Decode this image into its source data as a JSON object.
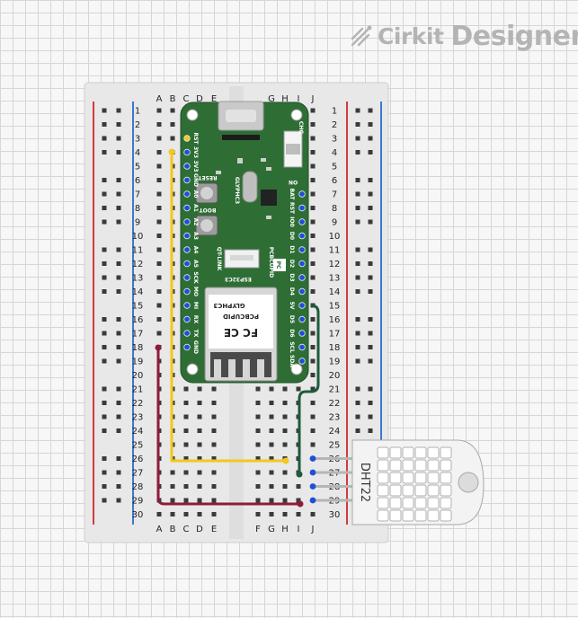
{
  "logo": {
    "brand": "Cirkit",
    "product": "Designer"
  },
  "breadboard": {
    "columns_left": [
      "A",
      "B",
      "C",
      "D",
      "E"
    ],
    "columns_right": [
      "F",
      "G",
      "H",
      "I",
      "J"
    ],
    "columns_right_top": [
      "G",
      "H",
      "I",
      "J"
    ],
    "rows": 30
  },
  "board": {
    "left_pins": [
      "RST",
      "3V3",
      "3V3",
      "GND",
      "A0",
      "A1",
      "A2",
      "A3",
      "A4",
      "A5",
      "SCK",
      "MO",
      "MI",
      "RX",
      "TX",
      "GND"
    ],
    "right_pins": [
      "BAT",
      "RST",
      "IO0",
      "D0",
      "D1",
      "D2",
      "D3",
      "D4",
      "5V",
      "D5",
      "D6",
      "SCL",
      "SDA"
    ],
    "reset_label": "RESET",
    "boot_label": "BOOT",
    "brand_vertical": "GLYPHC3",
    "model_vertical": "PCBCUPID",
    "qwiic_label": "QT-LINK",
    "chip_label": "ESP32C3",
    "pc_badge": "PC",
    "on_label": "ON",
    "chg_label": "CHG",
    "module_title": "GLYPHC3",
    "module_brand": "PCBCUPID",
    "module_marks": "FC CE"
  },
  "sensor": {
    "label": "DHT22",
    "pin_count": 4
  },
  "colors": {
    "board": "#2e6e35",
    "wire_yellow": "#f2c81a",
    "wire_green": "#1e5a3c",
    "wire_red": "#8e1c3a",
    "rail_red": "#d23b3b",
    "rail_blue": "#3b78d2",
    "pin_blue": "#1d4fd8"
  }
}
